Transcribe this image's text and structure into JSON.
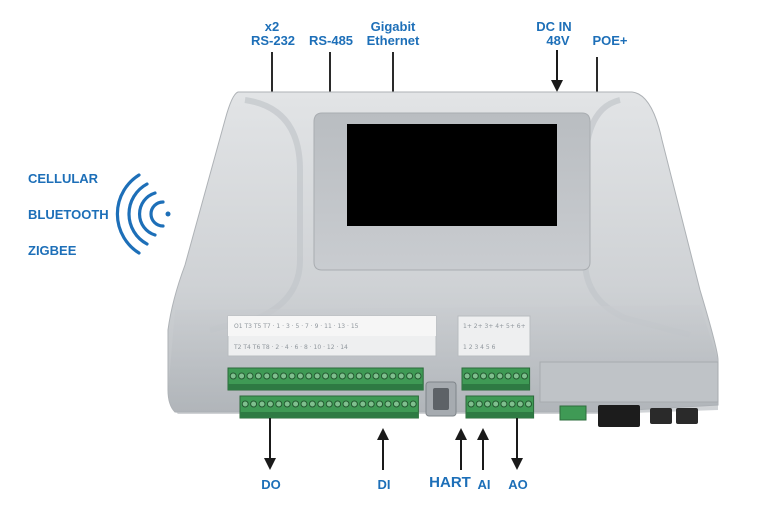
{
  "top_labels": {
    "rs232_count": "x2",
    "rs232": "RS-232",
    "rs485": "RS-485",
    "ethernet_line1": "Gigabit",
    "ethernet_line2": "Ethernet",
    "dc_in_line1": "DC IN",
    "dc_in_line2": "48V",
    "poe": "POE+"
  },
  "wireless": {
    "cellular": "CELLULAR",
    "bluetooth": "BLUETOOTH",
    "zigbee": "ZIGBEE"
  },
  "bottom_labels": {
    "do": "DO",
    "di": "DI",
    "hart": "HART",
    "ai": "AI",
    "ao": "AO"
  },
  "colors": {
    "label_blue": "#1d6fb8",
    "device_body": "#d4d7da",
    "screen": "#000000",
    "terminal_green": "#3f9a55"
  }
}
